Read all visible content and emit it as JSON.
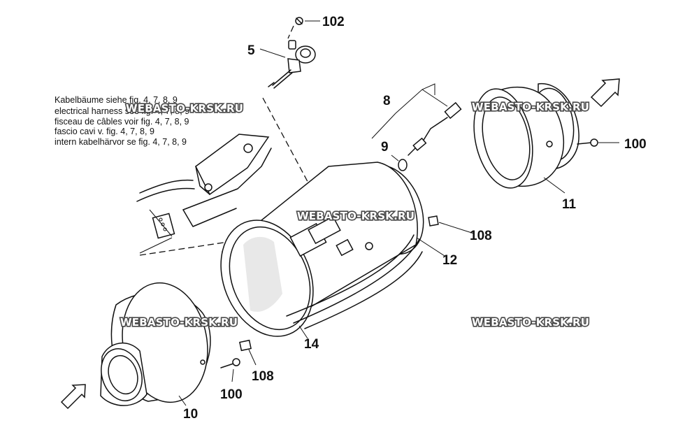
{
  "notes": [
    "Kabelbäume siehe fig. 4, 7, 8, 9",
    "electrical harness see fig. 4, 7, 8, 9",
    "fisceau de câbles voir fig. 4, 7, 8, 9",
    "fascio cavi v. fig. 4, 7, 8, 9",
    "intern kabelhärvor se fig. 4, 7, 8, 9"
  ],
  "callouts": {
    "c102": "102",
    "c5": "5",
    "c8": "8",
    "c9": "9",
    "c100_right": "100",
    "c11": "11",
    "c108_right": "108",
    "c12": "12",
    "c14": "14",
    "c108_bottom": "108",
    "c100_bottom": "100",
    "c10": "10"
  },
  "watermark": "WEBASTO-KRSK.RU",
  "icons": {
    "airflow_in": "flow-arrow-icon",
    "airflow_out": "flow-arrow-icon"
  }
}
